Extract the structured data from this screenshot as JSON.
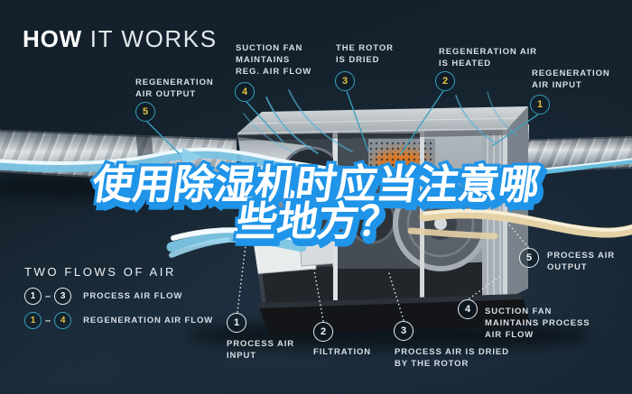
{
  "title": {
    "strong": "HOW",
    "light": " IT WORKS"
  },
  "headline": {
    "line1": "使用除湿机时应当注意哪",
    "line2": "些地方？"
  },
  "legend": {
    "heading": "TWO FLOWS OF AIR",
    "rows": [
      {
        "from": "1",
        "to": "3",
        "label": "PROCESS AIR FLOW",
        "style": "process"
      },
      {
        "from": "1",
        "to": "4",
        "label": "REGENERATION AIR FLOW",
        "style": "regeneration"
      }
    ]
  },
  "callouts": {
    "regeneration": [
      {
        "num": "1",
        "lines": [
          "REGENERATION",
          "AIR INPUT"
        ]
      },
      {
        "num": "2",
        "lines": [
          "REGENERATION AIR",
          "IS HEATED"
        ]
      },
      {
        "num": "3",
        "lines": [
          "THE ROTOR",
          "IS DRIED"
        ]
      },
      {
        "num": "4",
        "lines": [
          "SUCTION FAN",
          "MAINTAINS",
          "REG. AIR FLOW"
        ]
      },
      {
        "num": "5",
        "lines": [
          "REGENERATION",
          "AIR OUTPUT"
        ]
      }
    ],
    "process": [
      {
        "num": "1",
        "lines": [
          "PROCESS AIR",
          "INPUT"
        ]
      },
      {
        "num": "2",
        "lines": [
          "FILTRATION"
        ]
      },
      {
        "num": "3",
        "lines": [
          "PROCESS AIR IS DRIED",
          "BY THE ROTOR"
        ]
      },
      {
        "num": "4",
        "lines": [
          "SUCTION FAN",
          "MAINTAINS PROCESS",
          "AIR FLOW"
        ]
      },
      {
        "num": "5",
        "lines": [
          "PROCESS AIR",
          "OUTPUT"
        ]
      }
    ]
  },
  "colors": {
    "background": "#16242f",
    "accent_teal": "#37a1be",
    "badge_number_yellow": "#e9c23e",
    "flow_cyan": "#7cc6e5",
    "flow_beige": "#e4d2a6",
    "headline_blue": "#1f94e8"
  }
}
